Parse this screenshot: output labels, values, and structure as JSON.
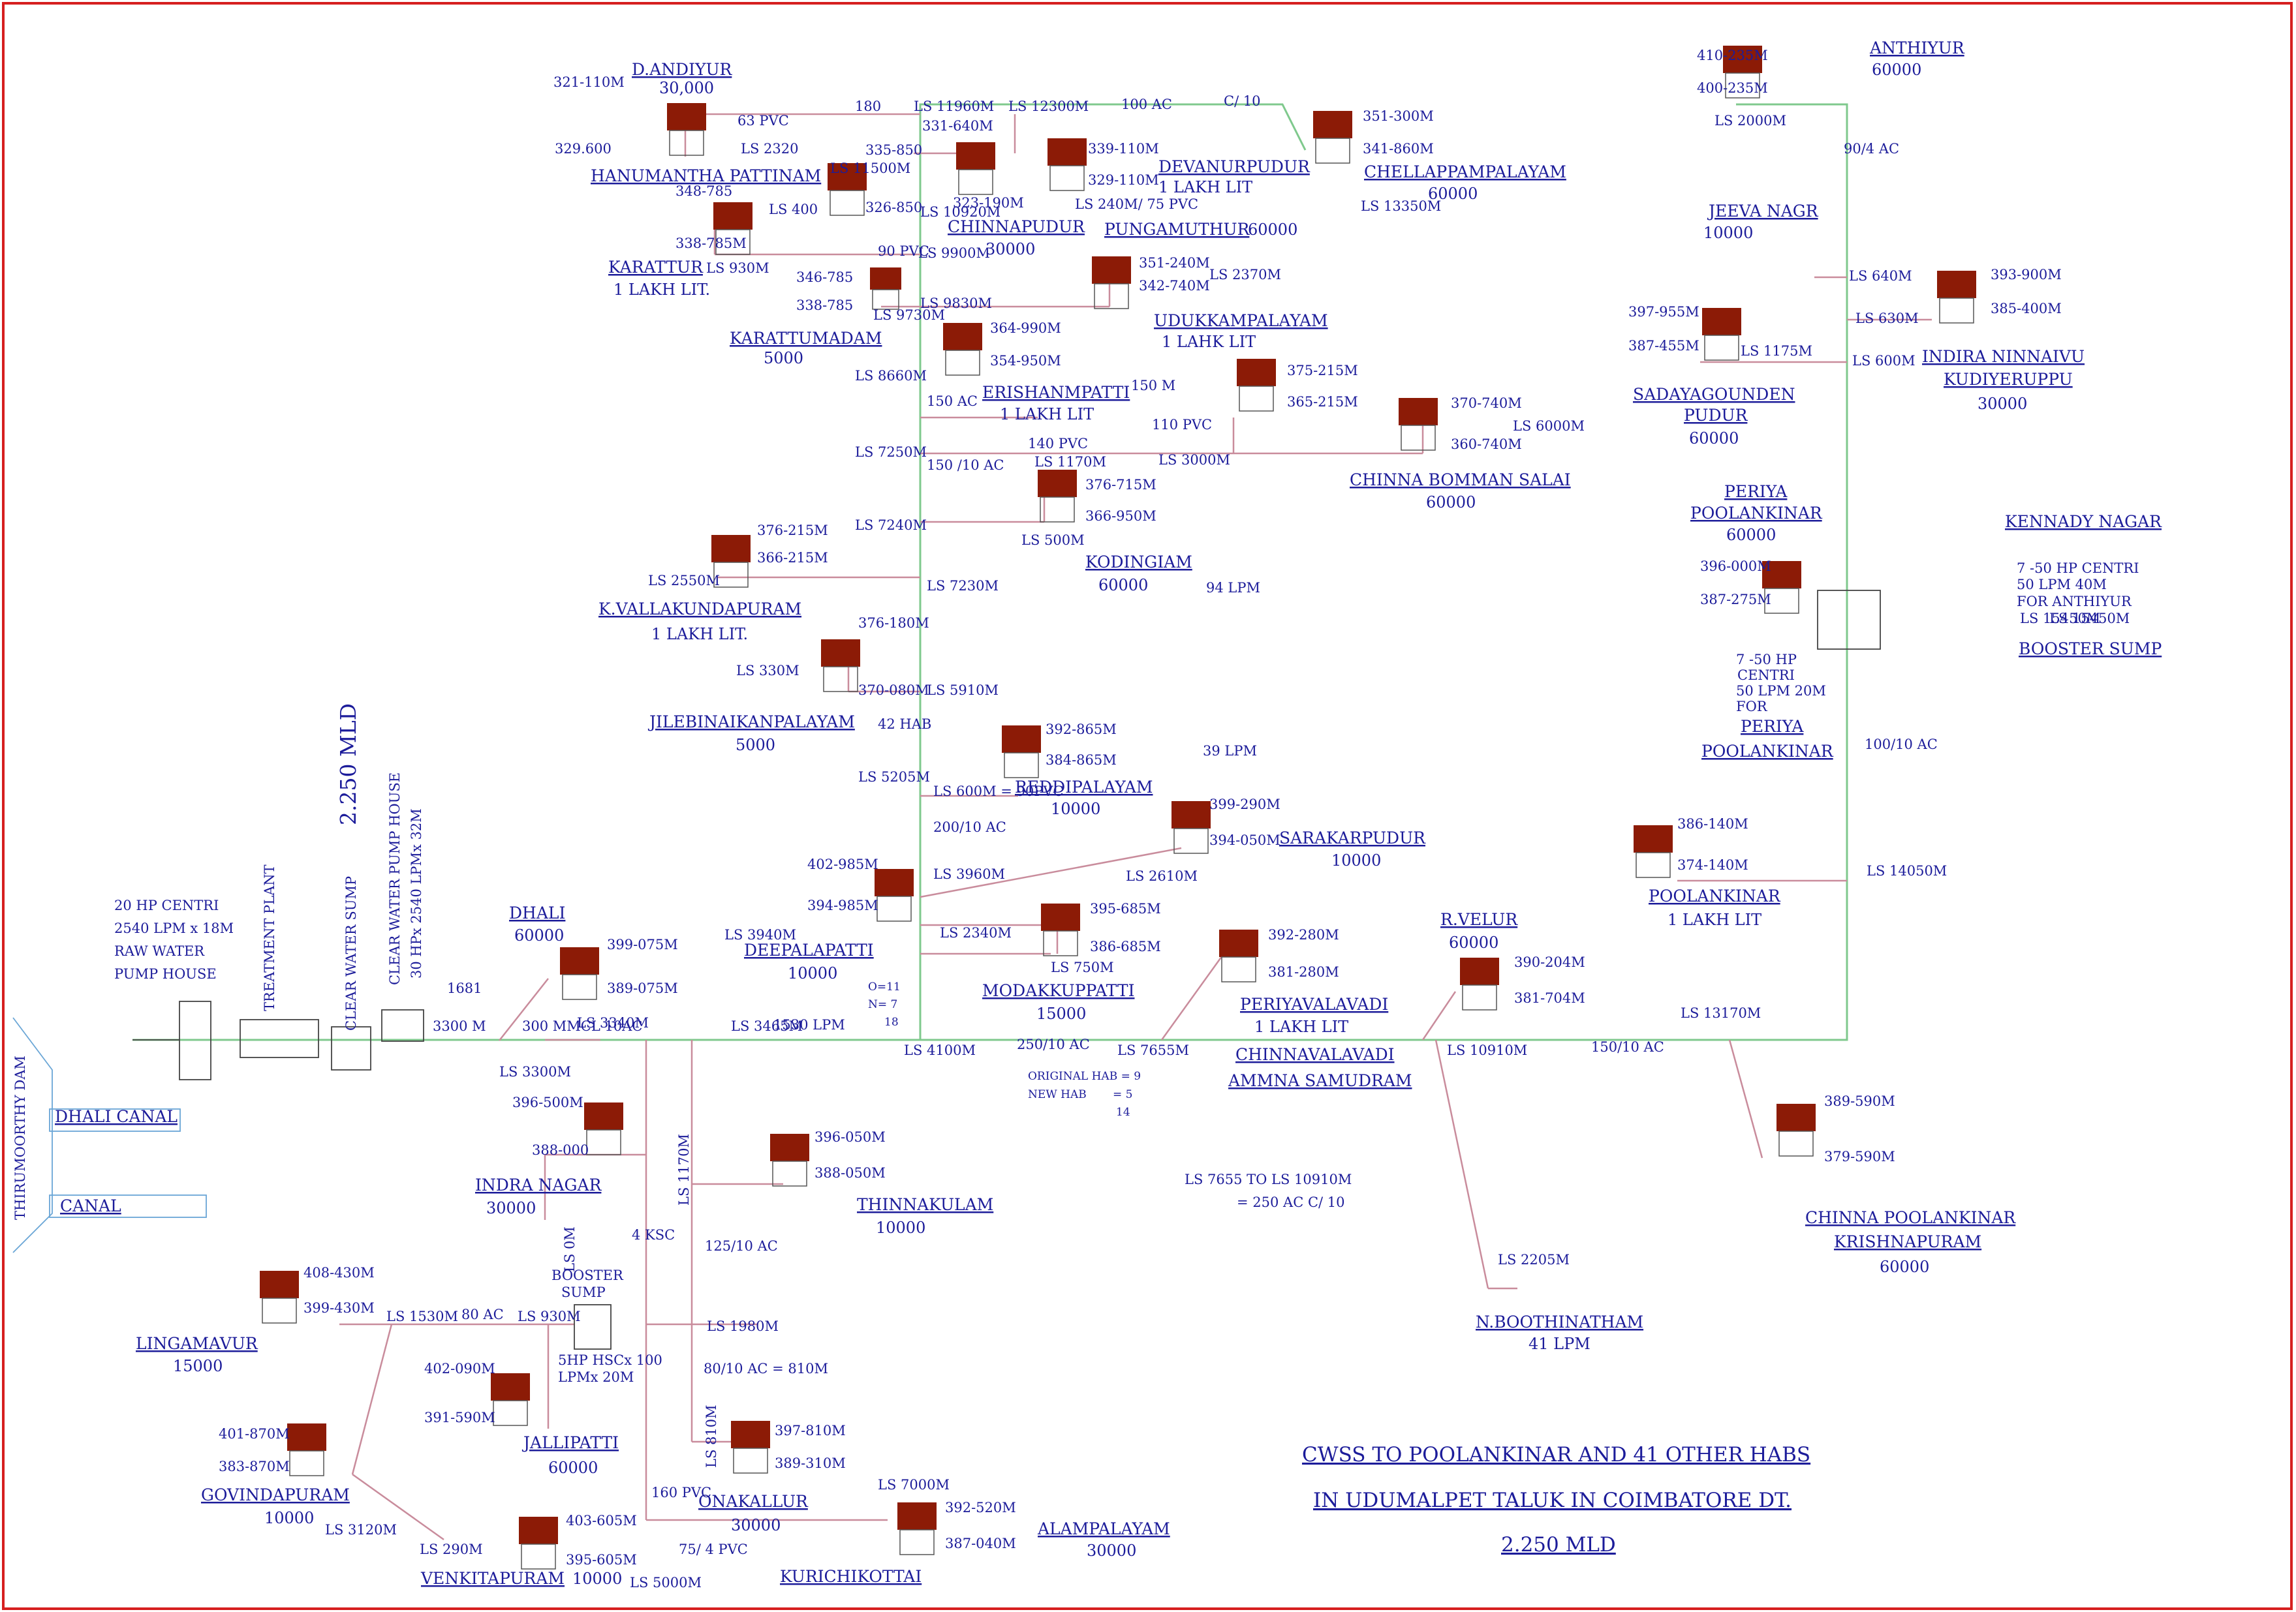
{
  "title": {
    "line1": "CWSS TO POOLANKINAR AND 41 OTHER HABS",
    "line2": "IN UDUMALPET TALUK IN COIMBATORE DT.",
    "line3": "2.250 MLD"
  },
  "capacity_vertical": "2.250 MLD",
  "colors": {
    "text": "#1c1c9a",
    "tank": "#8c1b06",
    "main_line": "#7fc98d",
    "branch_line": "#c98c9c",
    "border": "#d62020",
    "canal": "#6aa6d6"
  },
  "source": {
    "dam": "THIRUMOORTHY DAM",
    "dhali_canal": "DHALI CANAL",
    "canal": "CANAL",
    "raw_water": [
      "20 HP CENTRI",
      "2540 LPM x 18M",
      "RAW WATER",
      "PUMP HOUSE"
    ],
    "treatment_plant": "TREATMENT  PLANT",
    "clear_water_sump": "CLEAR WATER SUMP",
    "clear_water_pump_house": [
      "CLEAR WATER PUMP HOUSE",
      "30 HPx 2540 LPMx 32M"
    ]
  },
  "habitations": [
    {
      "name": "D.ANDIYUR",
      "value": "30,000"
    },
    {
      "name": "HANUMANTHA PATTINAM",
      "value": ""
    },
    {
      "name": "KARATTUR",
      "value": "1 LAKH LIT."
    },
    {
      "name": "KARATTUMADAM",
      "value": "5000"
    },
    {
      "name": "CHINNAPUDUR",
      "value": "30000"
    },
    {
      "name": "PUNGAMUTHUR",
      "value": "60000"
    },
    {
      "name": "DEVANURPUDUR",
      "value": "1 LAKH LIT"
    },
    {
      "name": "CHELLAPPAMPALAYAM",
      "value": "60000"
    },
    {
      "name": "ANTHIYUR",
      "value": "60000"
    },
    {
      "name": "JEEVA NAGR",
      "value": "10000"
    },
    {
      "name": "INDIRA NINNAIVU",
      "value": ""
    },
    {
      "name": "KUDIYERUPPU",
      "value": "30000"
    },
    {
      "name": "SADAYAGOUNDEN",
      "value": ""
    },
    {
      "name": "PUDUR",
      "value": "60000"
    },
    {
      "name": "UDUKKAMPALAYAM",
      "value": "1 LAHK LIT"
    },
    {
      "name": "ERISHANMPATTI",
      "value": "1 LAKH LIT"
    },
    {
      "name": "CHINNA BOMMAN SALAI",
      "value": "60000"
    },
    {
      "name": "KODINGIAM",
      "value": "60000"
    },
    {
      "name": "K.VALLAKUNDAPURAM",
      "value": "1 LAKH LIT."
    },
    {
      "name": "JILEBINAIKANPALAYAM",
      "value": "5000"
    },
    {
      "name": "REDDIPALAYAM",
      "value": "10000"
    },
    {
      "name": "SARAKARPUDUR",
      "value": "10000"
    },
    {
      "name": "DHALI",
      "value": "60000"
    },
    {
      "name": "DEEPALAPATTI",
      "value": "10000"
    },
    {
      "name": "MODAKKUPPATTI",
      "value": "15000"
    },
    {
      "name": "PERIYAVALAVADI",
      "value": "1 LAKH LIT"
    },
    {
      "name": "R.VELUR",
      "value": "60000"
    },
    {
      "name": "POOLANKINAR",
      "value": "1 LAKH LIT"
    },
    {
      "name": "CHINNAVALAVADI",
      "value": ""
    },
    {
      "name": "AMMNA SAMUDRAM",
      "value": ""
    },
    {
      "name": "INDRA NAGAR",
      "value": "30000"
    },
    {
      "name": "THINNAKULAM",
      "value": "10000"
    },
    {
      "name": "LINGAMAVUR",
      "value": "15000"
    },
    {
      "name": "JALLIPATTI",
      "value": "60000"
    },
    {
      "name": "GOVINDAPURAM",
      "value": "10000"
    },
    {
      "name": "VENKITAPURAM",
      "value": "10000"
    },
    {
      "name": "ONAKALLUR",
      "value": "30000"
    },
    {
      "name": "KURICHIKOTTAI",
      "value": ""
    },
    {
      "name": "ALAMPALAYAM",
      "value": "30000"
    },
    {
      "name": "N.BOOTHINATHAM",
      "value": "41 LPM"
    },
    {
      "name": "CHINNA POOLANKINAR",
      "value": ""
    },
    {
      "name": "KRISHNAPURAM",
      "value": "60000"
    },
    {
      "name": "PERIYA",
      "value": ""
    },
    {
      "name": "POOLANKINAR",
      "value": "60000"
    },
    {
      "name": "KENNADY NAGAR",
      "value": ""
    },
    {
      "name": "BOOSTER SUMP",
      "value": ""
    },
    {
      "name": "PERIYA",
      "value": ""
    },
    {
      "name": "POOLANKINAR",
      "value": ""
    }
  ],
  "tank_labels": [
    [
      "410-235M",
      "400-235M"
    ],
    [
      "351-300M",
      "341-860M"
    ],
    [
      "339-110M",
      "329-110M"
    ],
    [
      "335-850",
      "326-850"
    ],
    [
      "331-640M",
      "323-190M"
    ],
    [
      "351-240M",
      "342-740M"
    ],
    [
      "364-990M",
      "354-950M"
    ],
    [
      "375-215M",
      "365-215M"
    ],
    [
      "370-740M",
      "360-740M"
    ],
    [
      "376-715M",
      "366-950M"
    ],
    [
      "376-215M",
      "366-215M"
    ],
    [
      "376-180M",
      "370-080M"
    ],
    [
      "392-865M",
      "384-865M"
    ],
    [
      "399-290M",
      "394-050M"
    ],
    [
      "402-985M",
      "394-985M"
    ],
    [
      "395-685M",
      "386-685M"
    ],
    [
      "392-280M",
      "381-280M"
    ],
    [
      "390-204M",
      "381-704M"
    ],
    [
      "399-075M",
      "389-075M"
    ],
    [
      "396-500M",
      "388-000"
    ],
    [
      "396-050M",
      "388-050M"
    ],
    [
      "408-430M",
      "399-430M"
    ],
    [
      "402-090M",
      "391-590M"
    ],
    [
      "401-870M",
      "383-870M"
    ],
    [
      "403-605M",
      "395-605M"
    ],
    [
      "397-810M",
      "389-310M"
    ],
    [
      "392-520M",
      "387-040M"
    ],
    [
      "389-590M",
      "379-590M"
    ],
    [
      "386-140M",
      "374-140M"
    ],
    [
      "396-000M",
      "387-275M"
    ],
    [
      "397-955M",
      "387-455M"
    ],
    [
      "393-900M",
      "385-400M"
    ],
    [
      "348-785",
      "338-785M"
    ],
    [
      "346-785",
      "338-785"
    ],
    [
      "321-110M",
      "329.600"
    ]
  ],
  "pipe_labels": [
    "LS 11960M",
    "LS 12300M",
    "LS 11500M",
    "LS 10920M",
    "LS 9900M",
    "LS 9830M",
    "LS 9730M",
    "LS 8660M",
    "LS 7250M",
    "LS 7240M",
    "LS 7230M",
    "LS 5910M",
    "LS 5205M",
    "LS 3960M",
    "LS 3940M",
    "LS 3465M",
    "LS 4100M",
    "LS 3340M",
    "LS 3300M",
    "LS 1170M",
    "LS 1980M",
    "LS 930M",
    "LS 1530M",
    "LS 0M",
    "LS 5000M",
    "LS 7000M",
    "LS 7655M",
    "LS 10910M",
    "LS 13170M",
    "LS 14050M",
    "LS 2205M",
    "LS 600M",
    "LS 630M",
    "LS 640M",
    "LS 2000M",
    "LS 1175M",
    "LS 2370M",
    "LS 13350M",
    "LS 240M/ 75 PVC",
    "LS 2320",
    "LS 400",
    "LS 930M",
    "LS 2550M",
    "LS 330M",
    "LS 600M = 90PVC",
    "LS 2340M",
    "LS 750M",
    "LS 500M",
    "LS 1170M",
    "LS 3000M",
    "LS 6000M",
    "LS 2610M",
    "LS 810M",
    "LS 3120M",
    "LS 290M",
    "LS 15450M",
    "150 AC",
    "150 /10 AC",
    "200/10 AC",
    "250/10 AC",
    "125/10 AC",
    "80/10 AC = 810M",
    "100/10 AC",
    "150/10 AC",
    "90/4 AC",
    "100 AC",
    "C/ 10",
    "180",
    "63 PVC",
    "90 PVC",
    "110 PVC",
    "140 PVC",
    "75/ 4 PVC",
    "160 PVC",
    "4 KSC",
    "80 AC",
    "1530 LPM",
    "1681",
    "300 MMCL 10AC",
    "3300 M",
    "42 HAB",
    "150 M",
    "94  LPM",
    "39 LPM",
    "10 LPM"
  ],
  "notes": {
    "original_hab": "ORIGINAL HAB = 9",
    "new_hab": "NEW HAB",
    "new_hab_value": "= 5",
    "total": "14",
    "ls_note": [
      "LS 7655 TO LS 10910M",
      "= 250 AC C/ 10"
    ],
    "booster": [
      "7 -50 HP CENTRI",
      "50 LPM 40M",
      "FOR ANTHIYUR",
      "LS 15450M"
    ],
    "periya_pump": [
      "7 -50 HP",
      "CENTRI",
      "50 LPM 20M",
      "FOR"
    ],
    "booster_sump_south": [
      "BOOSTER",
      "SUMP",
      "5HP HSCx 100",
      "LPMx 20M"
    ],
    "onm": [
      "O=11",
      "N=  7",
      "18"
    ]
  }
}
